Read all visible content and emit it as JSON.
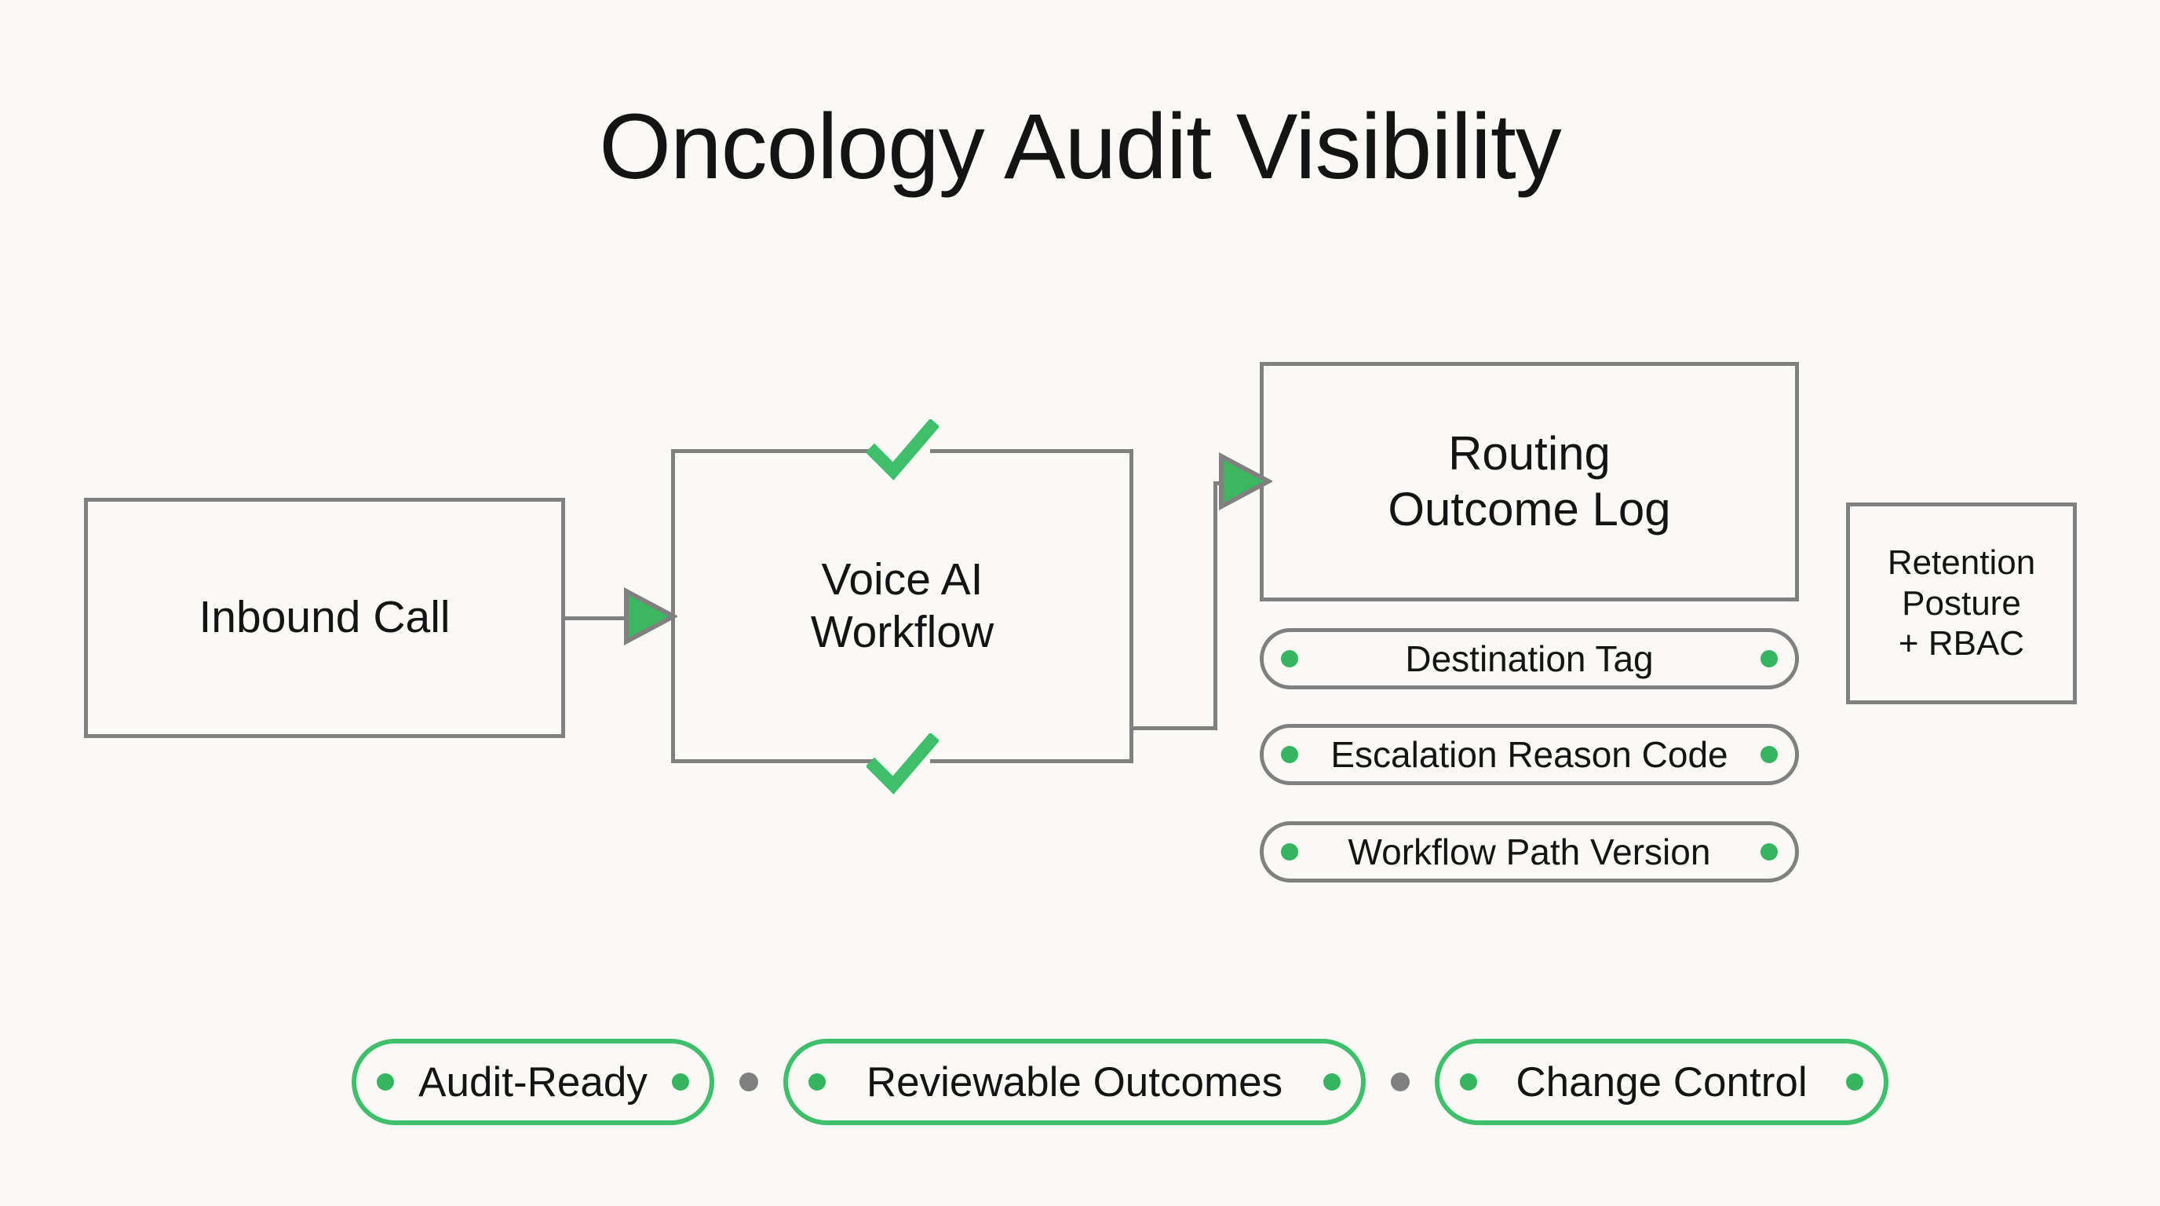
{
  "title": "Oncology Audit Visibility",
  "colors": {
    "background": "#faf9f6",
    "node_border": "#808080",
    "text": "#141414",
    "accent_green": "#3fbf6b",
    "dot_green": "#35b55f",
    "dot_gray": "#808080"
  },
  "flow": {
    "nodes": [
      {
        "id": "inbound",
        "label": "Inbound Call"
      },
      {
        "id": "voice",
        "label_line1": "Voice AI",
        "label_line2": "Workflow"
      },
      {
        "id": "routing",
        "label_line1": "Routing",
        "label_line2": "Outcome Log"
      },
      {
        "id": "retention",
        "label_line1": "Retention",
        "label_line2": "Posture",
        "label_line3": "+ RBAC"
      }
    ],
    "connectors": [
      {
        "from": "inbound",
        "to": "voice",
        "arrow": "green-triangle-right"
      },
      {
        "from": "voice",
        "to": "routing",
        "arrow": "green-triangle-right"
      }
    ],
    "status_marks": [
      {
        "id": "check-top",
        "icon": "green-check"
      },
      {
        "id": "check-bottom",
        "icon": "green-check"
      }
    ]
  },
  "attribute_pills": [
    {
      "label": "Destination Tag"
    },
    {
      "label": "Escalation Reason Code"
    },
    {
      "label": "Workflow Path Version"
    }
  ],
  "footer_pills": [
    {
      "label": "Audit-Ready"
    },
    {
      "label": "Reviewable Outcomes"
    },
    {
      "label": "Change Control"
    }
  ]
}
